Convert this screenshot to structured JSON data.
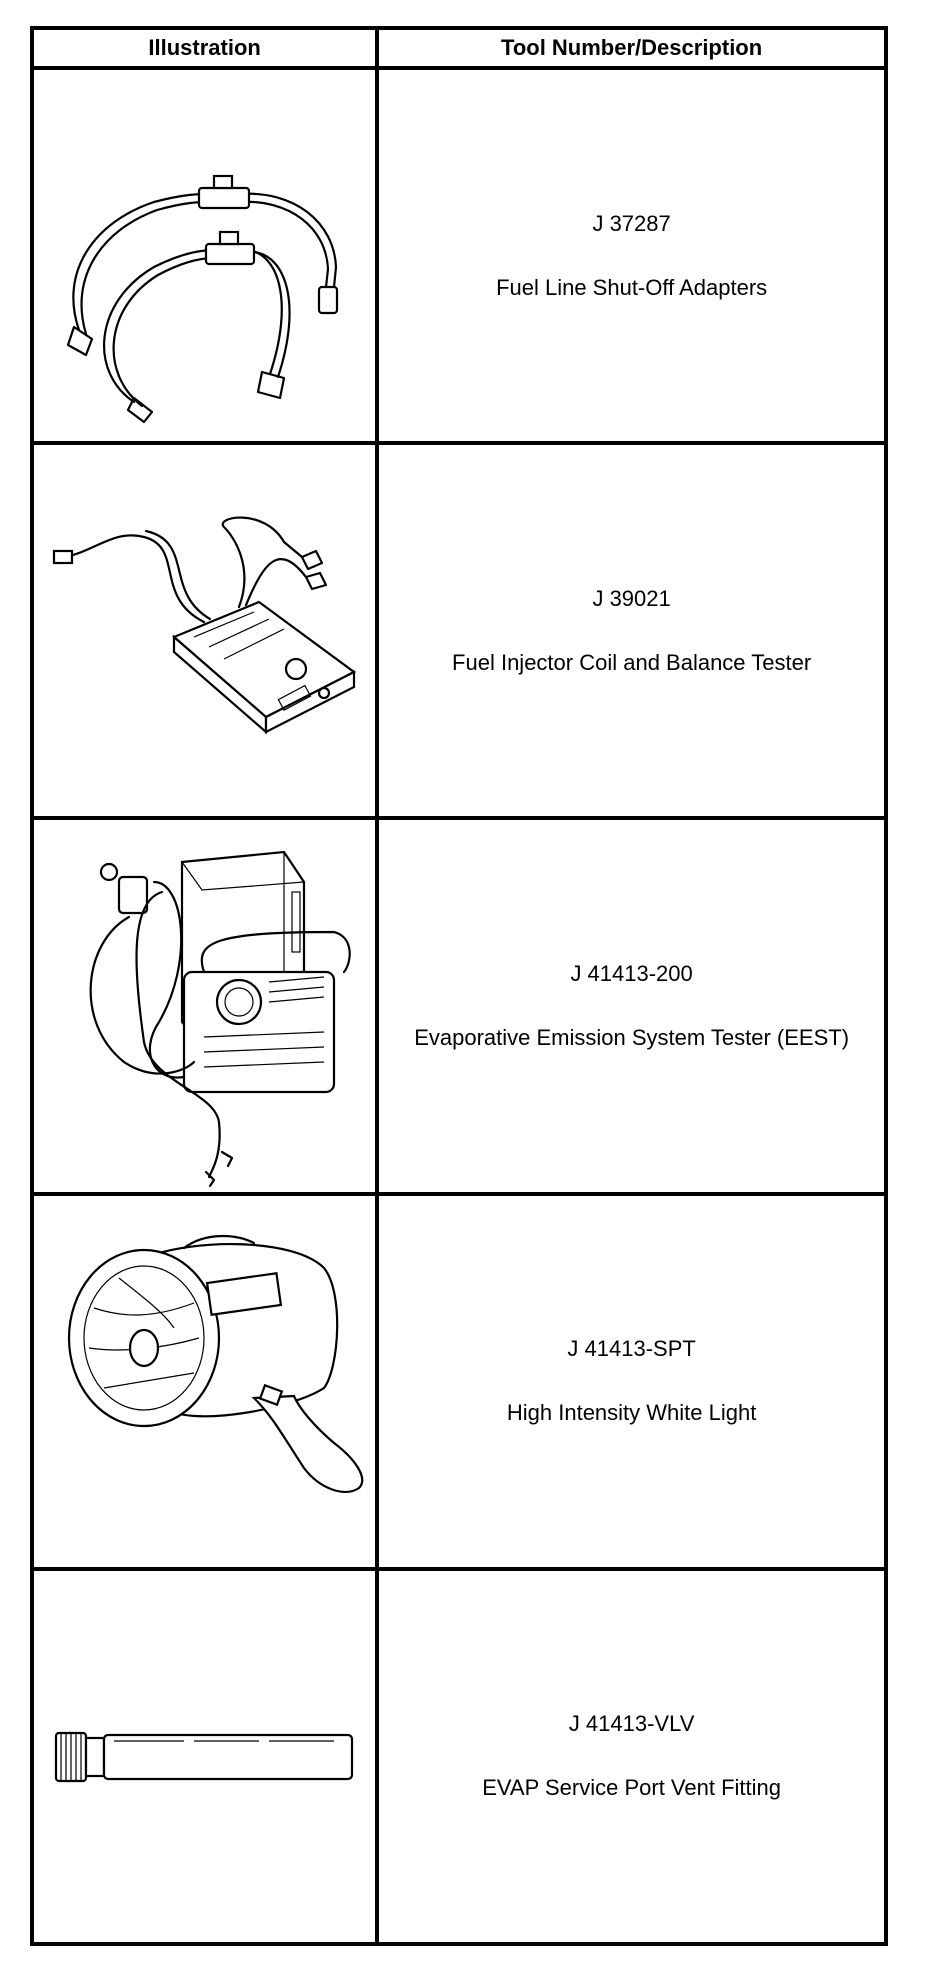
{
  "table": {
    "headers": {
      "illustration": "Illustration",
      "description": "Tool Number/Description"
    },
    "rows": [
      {
        "tool_number": "J 37287",
        "description": "Fuel Line Shut-Off Adapters",
        "illustration_icon": "fuel-line-shutoff-adapters-icon"
      },
      {
        "tool_number": "J 39021",
        "description": "Fuel Injector Coil and Balance Tester",
        "illustration_icon": "injector-tester-icon"
      },
      {
        "tool_number": "J 41413-200",
        "description": "Evaporative Emission System Tester (EEST)",
        "illustration_icon": "evap-tester-icon"
      },
      {
        "tool_number": "J 41413-SPT",
        "description": "High Intensity White Light",
        "illustration_icon": "spotlight-icon"
      },
      {
        "tool_number": "J 41413-VLV",
        "description": "EVAP Service Port Vent Fitting",
        "illustration_icon": "vent-fitting-icon"
      }
    ]
  }
}
